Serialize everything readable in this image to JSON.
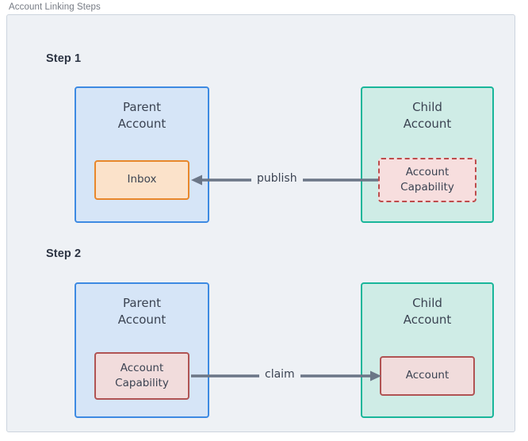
{
  "diagram": {
    "title": "Account Linking Steps",
    "colors": {
      "frame_background": "#eef1f5",
      "frame_border": "#ccd4de",
      "parent_fill": "#d6e5f7",
      "parent_border": "#3d8ae2",
      "child_fill": "#cfece6",
      "child_border": "#19b69a",
      "inbox_fill": "#fbe2ca",
      "inbox_border": "#e8872b",
      "capability_fill": "#f7dede",
      "capability_border": "#bd4c4c",
      "arrow": "#6b7687",
      "text": "#3b4352",
      "step_label": "#2c3443"
    },
    "steps": [
      {
        "label": "Step 1",
        "parent": {
          "title_line1": "Parent",
          "title_line2": "Account",
          "inner": {
            "line1": "Inbox",
            "line2": "",
            "style": "solid-orange"
          }
        },
        "child": {
          "title_line1": "Child",
          "title_line2": "Account",
          "inner": {
            "line1": "Account",
            "line2": "Capability",
            "style": "dashed-red"
          }
        },
        "arrow": {
          "label": "publish",
          "direction": "left"
        }
      },
      {
        "label": "Step 2",
        "parent": {
          "title_line1": "Parent",
          "title_line2": "Account",
          "inner": {
            "line1": "Account",
            "line2": "Capability",
            "style": "solid-red"
          }
        },
        "child": {
          "title_line1": "Child",
          "title_line2": "Account",
          "inner": {
            "line1": "Account",
            "line2": "",
            "style": "solid-red"
          }
        },
        "arrow": {
          "label": "claim",
          "direction": "right"
        }
      }
    ]
  }
}
